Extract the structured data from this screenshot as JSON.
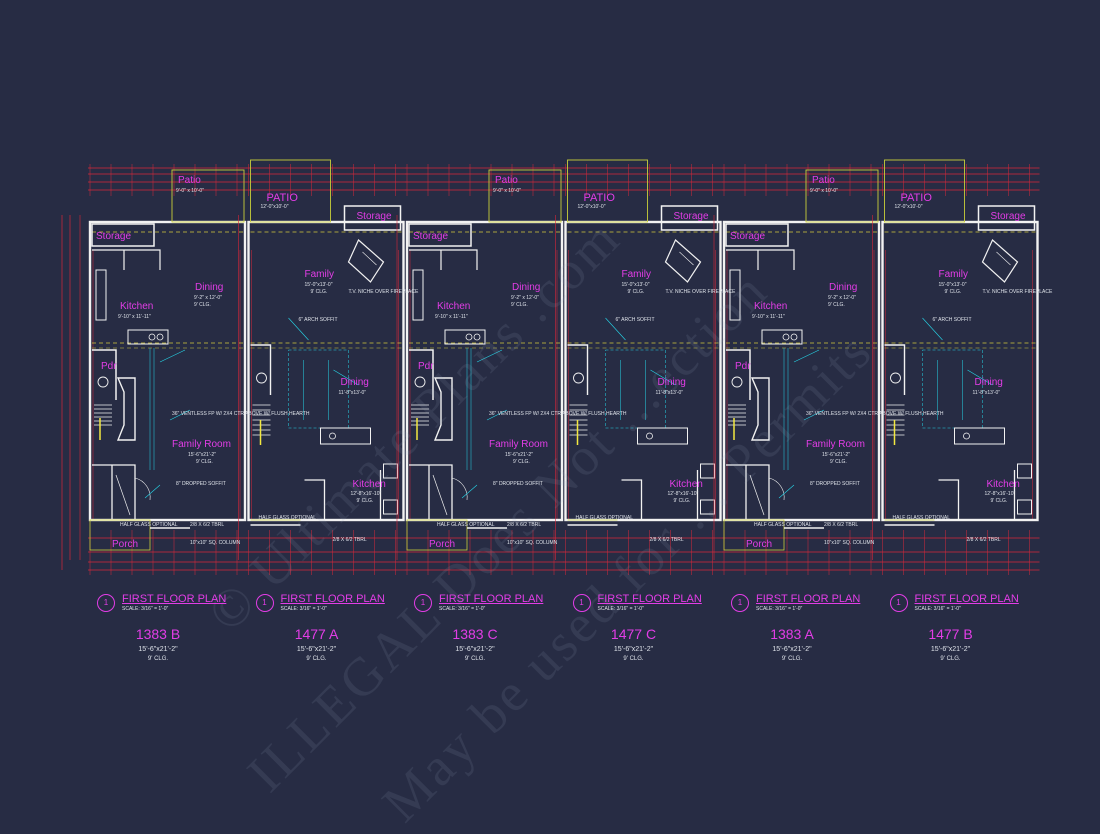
{
  "watermarks": [
    "© Ultimate Plans .com",
    "ILLEGAL Does Not ...ection",
    "May be used for ... Permits"
  ],
  "units": [
    {
      "type": "A",
      "rooms": {
        "patio": "Patio",
        "storage": "Storage",
        "kitchen": "Kitchen",
        "dining": "Dining",
        "pdr": "Pdr",
        "family_room": "Family Room",
        "porch": "Porch"
      },
      "dims": {
        "patio": "9'-0\" x 10'-0\"",
        "kitchen": "9'-10\" x 11'-11\"",
        "dining": "9'-2\" x 12'-0\"",
        "family_room": "15'-6\"x21'-2\"",
        "clg": "9' CLG."
      },
      "notes": {
        "soffit": "8\" DROPPED SOFFIT",
        "fireplace": "36\" VENTLESS FP W/ 2X4 CTR ABOVE W/ FLUSH HEARTH",
        "window": "HALF GLASS OPTIONAL",
        "door": "2/8 X 6/2 TBRL",
        "column": "10\"x10\" SQ. COLUMN"
      },
      "caption": {
        "num": "1",
        "title": "FIRST FLOOR PLAN",
        "scale": "SCALE: 3/16\" = 1'-0\""
      },
      "unit_name": "1383 B",
      "unit_dims": "15'-6\"x21'-2\"",
      "unit_clg": "9' CLG."
    },
    {
      "type": "B",
      "rooms": {
        "patio": "PATIO",
        "storage": "Storage",
        "family": "Family",
        "dining": "Dining",
        "kitchen": "Kitchen"
      },
      "dims": {
        "patio": "12'-0\"x10'-0\"",
        "family": "15'-0\"x13'-0\"",
        "dining": "11'-8\"x13'-0\"",
        "kitchen": "12'-8\"x16'-10\"",
        "clg": "9' CLG."
      },
      "notes": {
        "niche": "T.V. NICHE OVER FIREPLACE",
        "arch": "6\" ARCH SOFFIT",
        "window": "HALF GLASS OPTIONAL",
        "door": "2/8 X 6/2 TBRL"
      },
      "caption": {
        "num": "1",
        "title": "FIRST FLOOR PLAN",
        "scale": "SCALE: 3/16\" = 1'-0\""
      },
      "unit_name": "1477 A",
      "unit_dims": "15'-6\"x21'-2\"",
      "unit_clg": "9' CLG."
    },
    {
      "type": "A",
      "rooms": {
        "patio": "Patio",
        "storage": "Storage",
        "kitchen": "Kitchen",
        "dining": "Dining",
        "pdr": "Pdr",
        "family_room": "Family Room",
        "porch": "Porch"
      },
      "dims": {
        "patio": "9'-0\" x 10'-0\"",
        "kitchen": "9'-10\" x 11'-11\"",
        "dining": "9'-2\" x 12'-0\"",
        "family_room": "15'-6\"x21'-2\"",
        "clg": "9' CLG."
      },
      "notes": {
        "soffit": "8\" DROPPED SOFFIT",
        "fireplace": "36\" VENTLESS FP W/ 2X4 CTR ABOVE W/ FLUSH HEARTH",
        "window": "HALF GLASS OPTIONAL",
        "door": "2/8 X 6/2 TBRL",
        "column": "10\"x10\" SQ. COLUMN"
      },
      "caption": {
        "num": "1",
        "title": "FIRST FLOOR PLAN",
        "scale": "SCALE: 3/16\" = 1'-0\""
      },
      "unit_name": "1383 C",
      "unit_dims": "15'-6\"x21'-2\"",
      "unit_clg": "9' CLG."
    },
    {
      "type": "B",
      "rooms": {
        "patio": "PATIO",
        "storage": "Storage",
        "family": "Family",
        "dining": "Dining",
        "kitchen": "Kitchen"
      },
      "dims": {
        "patio": "12'-0\"x10'-0\"",
        "family": "15'-0\"x13'-0\"",
        "dining": "11'-8\"x13'-0\"",
        "kitchen": "12'-8\"x16'-10\"",
        "clg": "9' CLG."
      },
      "notes": {
        "niche": "T.V. NICHE OVER FIREPLACE",
        "arch": "6\" ARCH SOFFIT",
        "window": "HALF GLASS OPTIONAL",
        "door": "2/8 X 6/2 TBRL"
      },
      "caption": {
        "num": "1",
        "title": "FIRST FLOOR PLAN",
        "scale": "SCALE: 3/16\" = 1'-0\""
      },
      "unit_name": "1477 C",
      "unit_dims": "15'-6\"x21'-2\"",
      "unit_clg": "9' CLG."
    },
    {
      "type": "A",
      "rooms": {
        "patio": "Patio",
        "storage": "Storage",
        "kitchen": "Kitchen",
        "dining": "Dining",
        "pdr": "Pdr",
        "family_room": "Family Room",
        "porch": "Porch"
      },
      "dims": {
        "patio": "9'-0\" x 10'-0\"",
        "kitchen": "9'-10\" x 11'-11\"",
        "dining": "9'-2\" x 12'-0\"",
        "family_room": "15'-6\"x21'-2\"",
        "clg": "9' CLG."
      },
      "notes": {
        "soffit": "8\" DROPPED SOFFIT",
        "fireplace": "36\" VENTLESS FP W/ 2X4 CTR ABOVE W/ FLUSH HEARTH",
        "window": "HALF GLASS OPTIONAL",
        "door": "2/8 X 6/2 TBRL",
        "column": "10\"x10\" SQ. COLUMN"
      },
      "caption": {
        "num": "1",
        "title": "FIRST FLOOR PLAN",
        "scale": "SCALE: 3/16\" = 1'-0\""
      },
      "unit_name": "1383 A",
      "unit_dims": "15'-6\"x21'-2\"",
      "unit_clg": "9' CLG."
    },
    {
      "type": "B",
      "rooms": {
        "patio": "PATIO",
        "storage": "Storage",
        "family": "Family",
        "dining": "Dining",
        "kitchen": "Kitchen"
      },
      "dims": {
        "patio": "12'-0\"x10'-0\"",
        "family": "15'-0\"x13'-0\"",
        "dining": "11'-8\"x13'-0\"",
        "kitchen": "12'-8\"x16'-10\"",
        "clg": "9' CLG."
      },
      "notes": {
        "niche": "T.V. NICHE OVER FIREPLACE",
        "arch": "6\" ARCH SOFFIT",
        "window": "HALF GLASS OPTIONAL",
        "door": "2/8 X 6/2 TBRL"
      },
      "caption": {
        "num": "1",
        "title": "FIRST FLOOR PLAN",
        "scale": "SCALE: 3/16\" = 1'-0\""
      },
      "unit_name": "1477 B",
      "unit_dims": "15'-6\"x21'-2\"",
      "unit_clg": "9' CLG."
    }
  ],
  "colors": {
    "background": "#272c44",
    "wall": "#f2f2f2",
    "dimension": "#d8283a",
    "annotation": "#26d6e8",
    "room_label": "#e23de6",
    "patio_outline": "#c9cf3a",
    "dashed": "#d4c93c"
  }
}
